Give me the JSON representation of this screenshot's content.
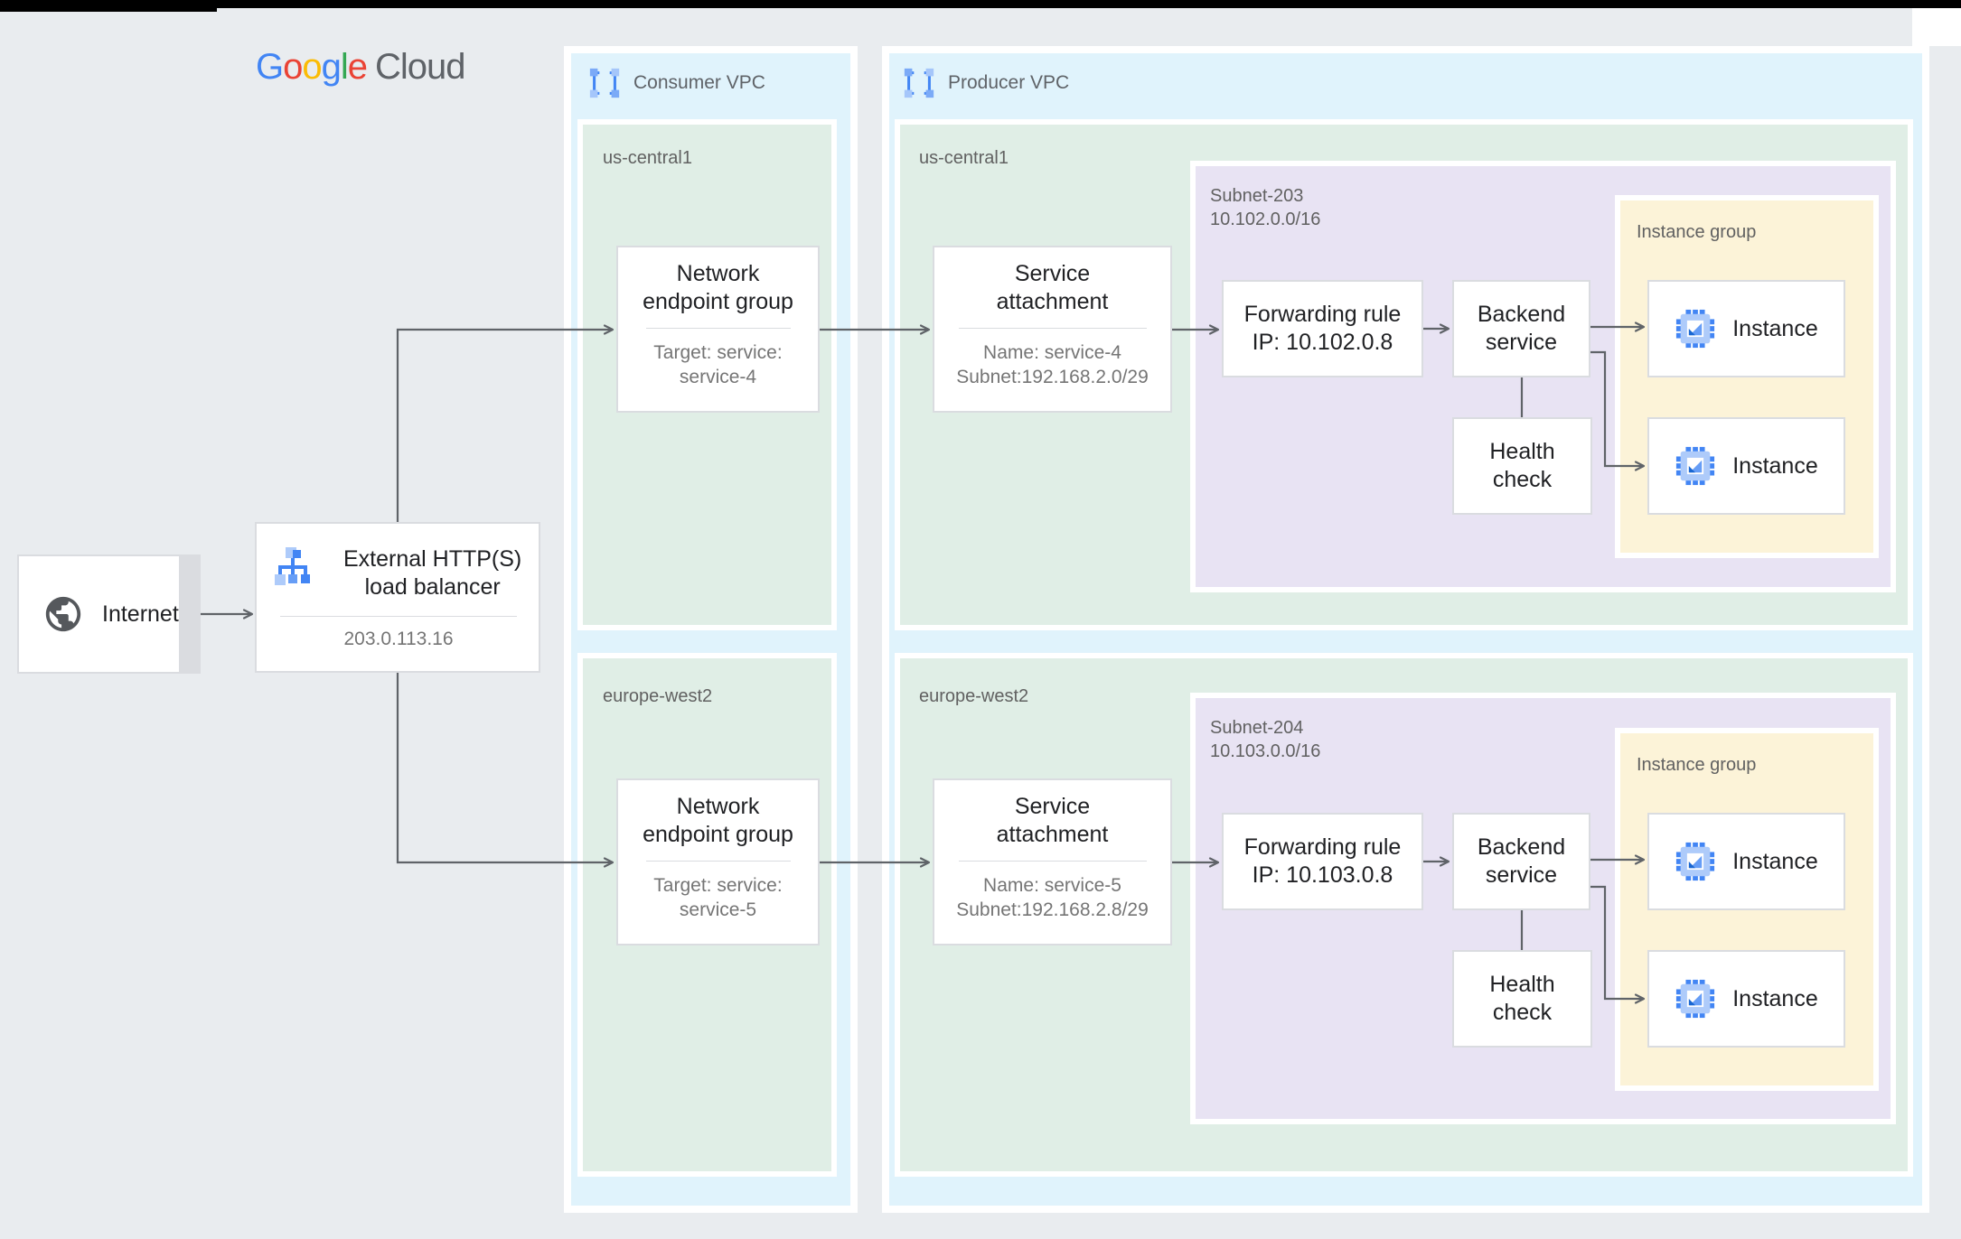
{
  "colors": {
    "google_blue": "#4285F4",
    "google_red": "#EA4335",
    "google_yellow": "#FBBC05",
    "google_green": "#34A853",
    "cloud_gray": "#5f6368",
    "line_gray": "#5f6368",
    "vpc_fill": "#e0f3fc",
    "region_fill": "#e0eee6",
    "subnet_fill": "#e8e3f3",
    "instance_group_fill": "#fcf3d8"
  },
  "logo": {
    "letters": [
      {
        "text": "G",
        "color": "#4285F4"
      },
      {
        "text": "o",
        "color": "#EA4335"
      },
      {
        "text": "o",
        "color": "#FBBC05"
      },
      {
        "text": "g",
        "color": "#4285F4"
      },
      {
        "text": "l",
        "color": "#34A853"
      },
      {
        "text": "e",
        "color": "#EA4335"
      }
    ],
    "suffix": "Cloud"
  },
  "internet": {
    "label": "Internet"
  },
  "load_balancer": {
    "title_lines": [
      "External HTTP(S)",
      "load balancer"
    ],
    "ip": "203.0.113.16"
  },
  "consumer_vpc": {
    "label": "Consumer VPC",
    "regions": [
      {
        "name": "us-central1",
        "neg": {
          "title_lines": [
            "Network",
            "endpoint group"
          ],
          "sub_lines": [
            "Target: service:",
            "service-4"
          ]
        }
      },
      {
        "name": "europe-west2",
        "neg": {
          "title_lines": [
            "Network",
            "endpoint group"
          ],
          "sub_lines": [
            "Target: service:",
            "service-5"
          ]
        }
      }
    ]
  },
  "producer_vpc": {
    "label": "Producer VPC",
    "regions": [
      {
        "name": "us-central1",
        "service_attachment": {
          "title_lines": [
            "Service",
            "attachment"
          ],
          "sub_lines": [
            "Name: service-4",
            "Subnet:192.168.2.0/29"
          ]
        },
        "subnet": {
          "label": "Subnet-203",
          "cidr": "10.102.0.0/16",
          "forwarding_rule_lines": [
            "Forwarding rule",
            "IP: 10.102.0.8"
          ],
          "backend_service_lines": [
            "Backend",
            "service"
          ],
          "health_check_lines": [
            "Health",
            "check"
          ]
        },
        "instance_group": {
          "label": "Instance group",
          "instances": [
            "Instance",
            "Instance"
          ]
        }
      },
      {
        "name": "europe-west2",
        "service_attachment": {
          "title_lines": [
            "Service",
            "attachment"
          ],
          "sub_lines": [
            "Name: service-5",
            "Subnet:192.168.2.8/29"
          ]
        },
        "subnet": {
          "label": "Subnet-204",
          "cidr": "10.103.0.0/16",
          "forwarding_rule_lines": [
            "Forwarding rule",
            "IP: 10.103.0.8"
          ],
          "backend_service_lines": [
            "Backend",
            "service"
          ],
          "health_check_lines": [
            "Health",
            "check"
          ]
        },
        "instance_group": {
          "label": "Instance group",
          "instances": [
            "Instance",
            "Instance"
          ]
        }
      }
    ]
  }
}
